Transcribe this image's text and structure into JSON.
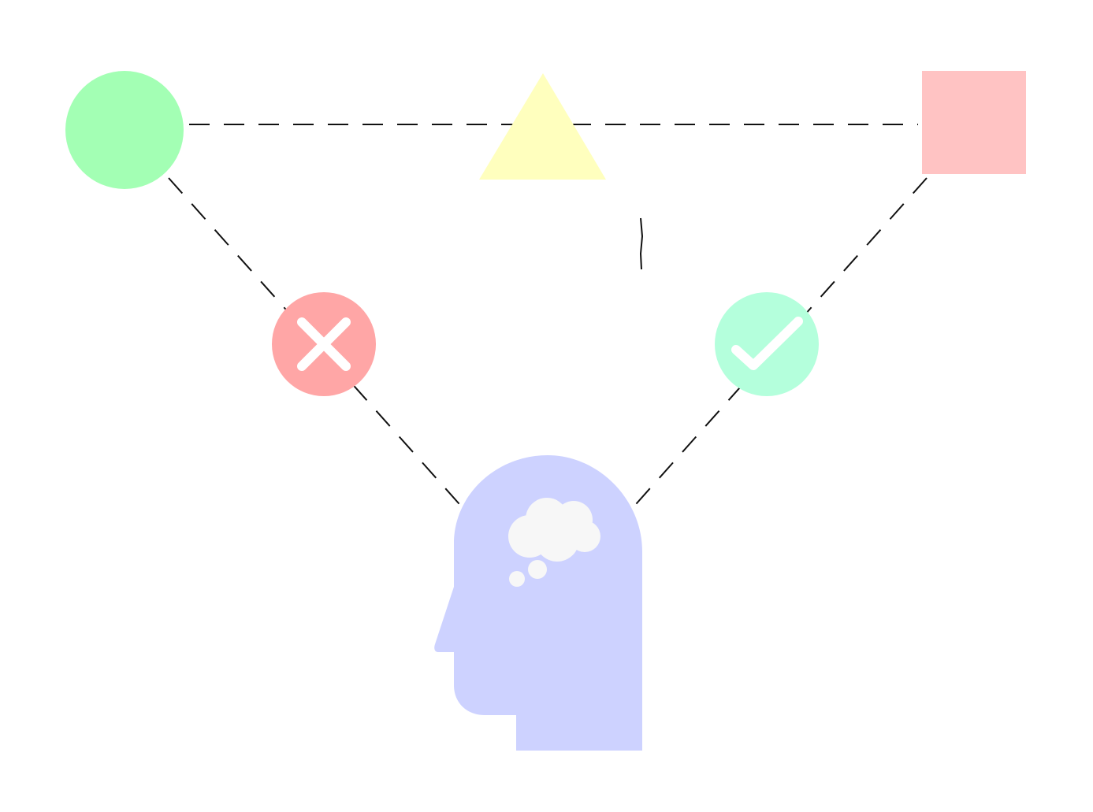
{
  "diagram": {
    "colors": {
      "background": "#ffffff",
      "connector": "#111111",
      "circle_shape": "#a3ffb4",
      "triangle_shape": "#ffffbe",
      "square_shape": "#ffc3c3",
      "reject_badge": "#ffa6a6",
      "accept_badge": "#b4ffdc",
      "badge_glyph": "#ffffff",
      "head": "#cdd2ff",
      "thought_cloud": "#f7f7f7"
    },
    "icons": [
      "green-circle-shape",
      "yellow-triangle-shape",
      "pink-square-shape",
      "close-icon",
      "check-icon",
      "thinking-head-icon",
      "thought-cloud-icon"
    ],
    "connectors": "dashed"
  }
}
